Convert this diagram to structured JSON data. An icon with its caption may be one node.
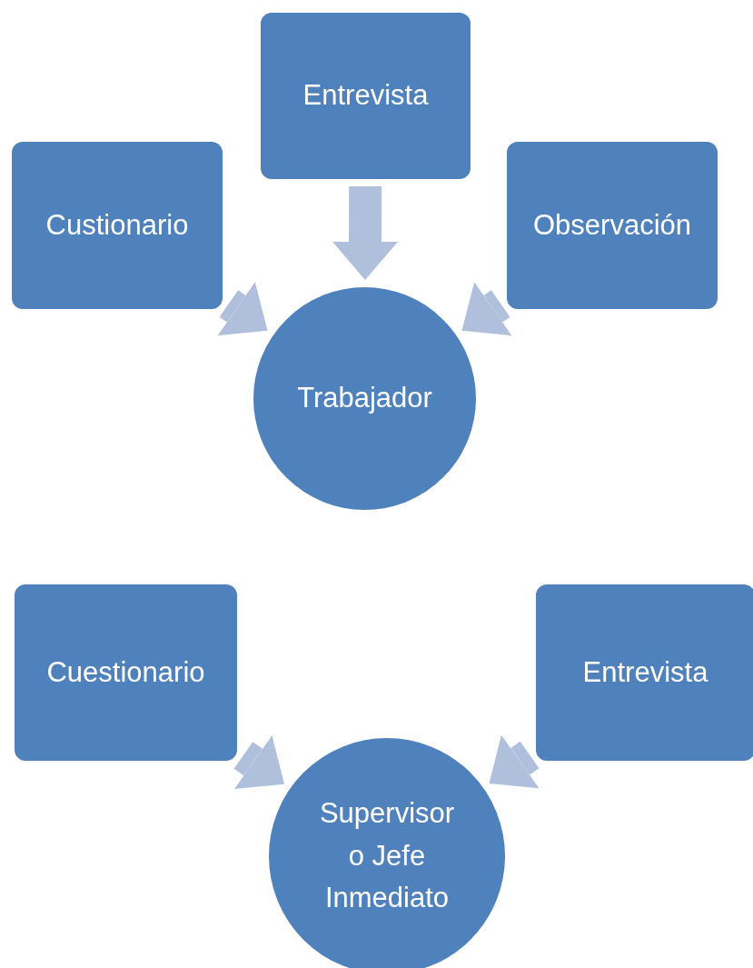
{
  "diagram": {
    "nodes": [
      {
        "text": [
          "Entrevista"
        ]
      },
      {
        "text": [
          "Custionario"
        ]
      },
      {
        "text": [
          "Observación"
        ]
      },
      {
        "text": [
          "Trabajador"
        ]
      },
      {
        "text": [
          "Cuestionario"
        ]
      },
      {
        "text": [
          "Entrevista"
        ]
      },
      {
        "text": [
          "Supervisor o Jefe Inmediato"
        ]
      }
    ],
    "edges": [
      {
        "from": 0,
        "to": 3,
        "arrow": "to"
      },
      {
        "from": 1,
        "to": 3,
        "arrow": "to"
      },
      {
        "from": 2,
        "to": 3,
        "arrow": "to"
      },
      {
        "from": 4,
        "to": 6,
        "arrow": "to"
      },
      {
        "from": 5,
        "to": 6,
        "arrow": "to"
      }
    ]
  }
}
